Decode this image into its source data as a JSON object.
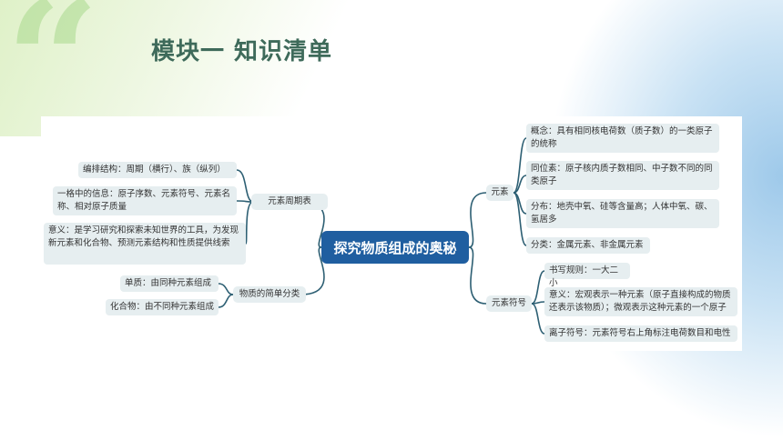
{
  "title": "模块一  知识清单",
  "center": "探究物质组成的奥秘",
  "left": {
    "periodic": {
      "label": "元素周期表",
      "items": [
        "编排结构：周期（横行）、族（纵列）",
        "一格中的信息：原子序数、元素符号、元素名称、相对原子质量",
        "意义：是学习研究和探索未知世界的工具，为发现新元素和化合物、预测元素结构和性质提供线索"
      ]
    },
    "classify": {
      "label": "物质的简单分类",
      "items": [
        "单质：由同种元素组成",
        "化合物：由不同种元素组成"
      ]
    }
  },
  "right": {
    "element": {
      "label": "元素",
      "items": [
        "概念：具有相同核电荷数（质子数）的一类原子的统称",
        "同位素：原子核内质子数相同、中子数不同的同类原子",
        "分布：地壳中氧、硅等含量高；人体中氧、碳、氢居多",
        "分类：金属元素、非金属元素"
      ]
    },
    "symbol": {
      "label": "元素符号",
      "items": [
        "书写规则：一大二小",
        "意义：宏观表示一种元素（原子直接构成的物质还表示该物质）；微观表示这种元素的一个原子",
        "离子符号：元素符号右上角标注电荷数目和电性"
      ]
    }
  }
}
